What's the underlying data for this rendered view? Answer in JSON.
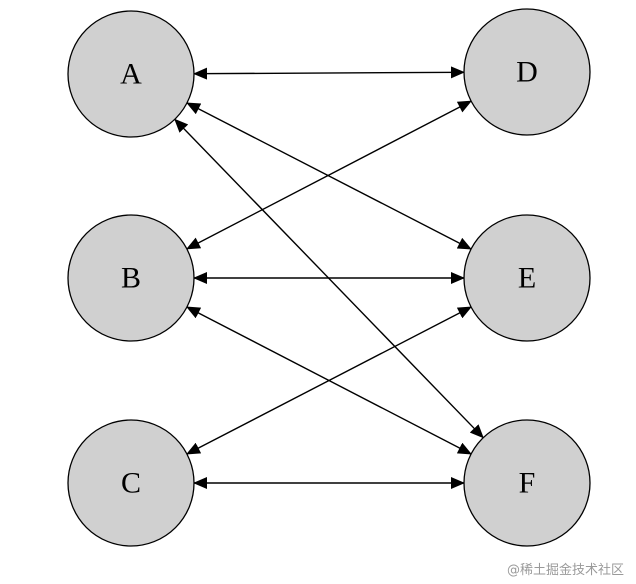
{
  "nodes": [
    {
      "id": "A",
      "label": "A"
    },
    {
      "id": "B",
      "label": "B"
    },
    {
      "id": "C",
      "label": "C"
    },
    {
      "id": "D",
      "label": "D"
    },
    {
      "id": "E",
      "label": "E"
    },
    {
      "id": "F",
      "label": "F"
    }
  ],
  "edges": [
    {
      "from": "A",
      "to": "D",
      "directed": "both"
    },
    {
      "from": "A",
      "to": "E",
      "directed": "both"
    },
    {
      "from": "A",
      "to": "F",
      "directed": "both"
    },
    {
      "from": "B",
      "to": "D",
      "directed": "both"
    },
    {
      "from": "B",
      "to": "E",
      "directed": "both"
    },
    {
      "from": "B",
      "to": "F",
      "directed": "both"
    },
    {
      "from": "C",
      "to": "E",
      "directed": "both"
    },
    {
      "from": "C",
      "to": "F",
      "directed": "both"
    }
  ],
  "colors": {
    "node_fill": "#d0d0d0",
    "node_stroke": "#000000",
    "edge": "#000000",
    "watermark": "#9a9a9a"
  },
  "watermark": {
    "text": "@稀土掘金技术社区"
  }
}
